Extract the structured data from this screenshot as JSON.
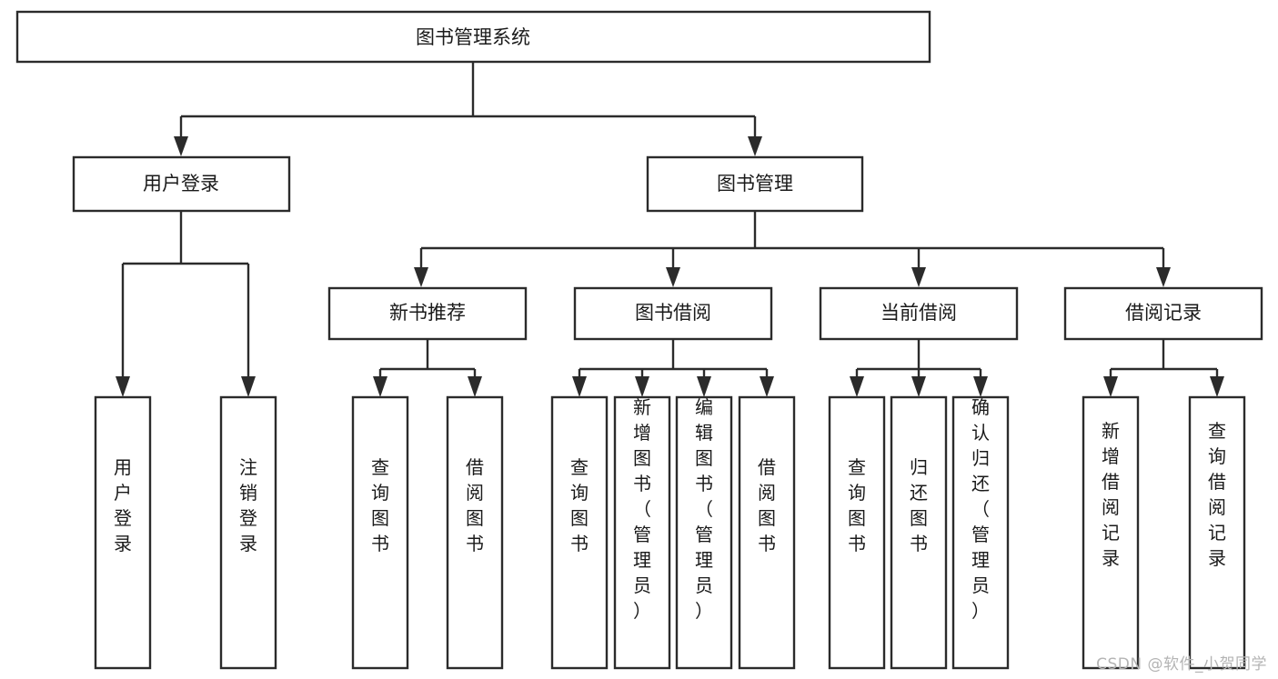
{
  "diagram": {
    "type": "tree-hierarchy-chart",
    "title": "图书管理系统",
    "orientation": "top-down",
    "colors": {
      "background": "#ffffff",
      "box_fill": "#ffffff",
      "box_stroke": "#2b2b2b",
      "text": "#1a1a1a",
      "watermark": "#b4b4b4"
    },
    "root": {
      "id": "root",
      "label": "图书管理系统",
      "text_orientation": "horizontal"
    },
    "level2": [
      {
        "id": "user-login",
        "label": "用户登录",
        "text_orientation": "horizontal"
      },
      {
        "id": "book-manage",
        "label": "图书管理",
        "text_orientation": "horizontal"
      }
    ],
    "level3": [
      {
        "id": "new-book-recommend",
        "label": "新书推荐",
        "parent": "book-manage",
        "text_orientation": "horizontal"
      },
      {
        "id": "book-borrow",
        "label": "图书借阅",
        "parent": "book-manage",
        "text_orientation": "horizontal"
      },
      {
        "id": "current-borrow",
        "label": "当前借阅",
        "parent": "book-manage",
        "text_orientation": "horizontal"
      },
      {
        "id": "borrow-record",
        "label": "借阅记录",
        "parent": "book-manage",
        "text_orientation": "horizontal"
      }
    ],
    "leaves": [
      {
        "id": "leaf-user-login",
        "label": "用户登录",
        "parent": "user-login",
        "text_orientation": "vertical"
      },
      {
        "id": "leaf-logout-login",
        "label": "注销登录",
        "parent": "user-login",
        "text_orientation": "vertical"
      },
      {
        "id": "leaf-query-book-1",
        "label": "查询图书",
        "parent": "new-book-recommend",
        "text_orientation": "vertical"
      },
      {
        "id": "leaf-borrow-book-1",
        "label": "借阅图书",
        "parent": "new-book-recommend",
        "text_orientation": "vertical"
      },
      {
        "id": "leaf-query-book-2",
        "label": "查询图书",
        "parent": "book-borrow",
        "text_orientation": "vertical"
      },
      {
        "id": "leaf-add-book-admin",
        "label": "新增图书（管理员）",
        "parent": "book-borrow",
        "text_orientation": "vertical"
      },
      {
        "id": "leaf-edit-book-admin",
        "label": "编辑图书（管理员）",
        "parent": "book-borrow",
        "text_orientation": "vertical"
      },
      {
        "id": "leaf-borrow-book-2",
        "label": "借阅图书",
        "parent": "book-borrow",
        "text_orientation": "vertical"
      },
      {
        "id": "leaf-query-book-3",
        "label": "查询图书",
        "parent": "current-borrow",
        "text_orientation": "vertical"
      },
      {
        "id": "leaf-return-book",
        "label": "归还图书",
        "parent": "current-borrow",
        "text_orientation": "vertical"
      },
      {
        "id": "leaf-confirm-return-admin",
        "label": "确认归还（管理员）",
        "parent": "current-borrow",
        "text_orientation": "vertical"
      },
      {
        "id": "leaf-add-borrow-record",
        "label": "新增借阅记录",
        "parent": "borrow-record",
        "text_orientation": "vertical"
      },
      {
        "id": "leaf-query-borrow-record",
        "label": "查询借阅记录",
        "parent": "borrow-record",
        "text_orientation": "vertical"
      }
    ]
  },
  "watermark": {
    "label": "CSDN @软件_小贺同学"
  }
}
